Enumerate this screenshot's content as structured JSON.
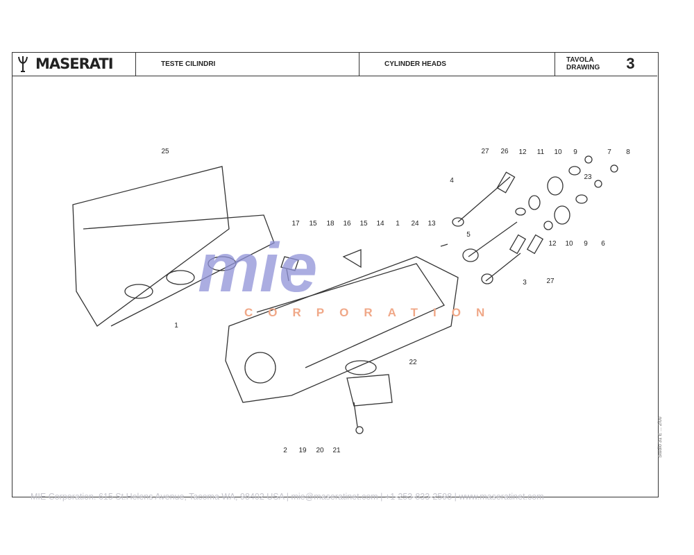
{
  "header": {
    "brand": "MASERATI",
    "title_it": "TESTE CILINDRI",
    "title_en": "CYLINDER HEADS",
    "tavola_label": "TAVOLA",
    "drawing_label": "DRAWING",
    "drawing_number": "3"
  },
  "watermark": {
    "logo": "mie",
    "sub": "CORPORATION",
    "blue": "#8f92d8",
    "orange": "#f0a888"
  },
  "callouts": [
    "25",
    "27",
    "26",
    "12",
    "11",
    "10",
    "9",
    "7",
    "8",
    "23",
    "4",
    "17",
    "15",
    "18",
    "16",
    "15",
    "14",
    "1",
    "24",
    "13",
    "5",
    "12",
    "10",
    "9",
    "6",
    "3",
    "27",
    "1",
    "22",
    "2",
    "19",
    "20",
    "21"
  ],
  "footer": {
    "company": "MIE Corporation. 615 St.Helens Avenue, Tacoma WA, 98402 USA",
    "email": "mie@maseratinet.com",
    "phone": "+1-253-833-2598",
    "web": "www.maseratinet.com"
  },
  "side_note": "Studio 31 E ... 2/00"
}
